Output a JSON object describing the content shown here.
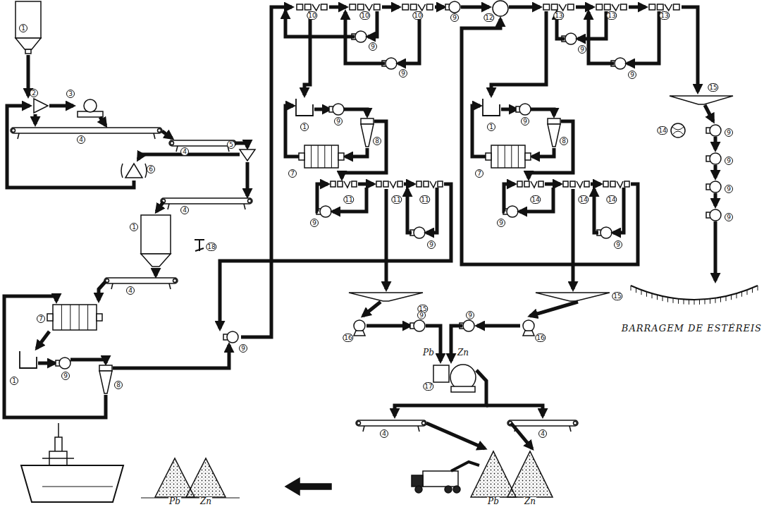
{
  "diagram": {
    "labels": [
      "1",
      "2",
      "3",
      "4",
      "4",
      "5",
      "6",
      "4",
      "1",
      "4",
      "7",
      "1",
      "9",
      "8",
      "18",
      "9",
      "10",
      "10",
      "10",
      "9",
      "12",
      "13",
      "13",
      "13",
      "9",
      "9",
      "1",
      "9",
      "8",
      "7",
      "11",
      "11",
      "11",
      "9",
      "9",
      "9",
      "9",
      "1",
      "9",
      "8",
      "7",
      "14",
      "14",
      "14",
      "9",
      "9",
      "15",
      "14",
      "9",
      "9",
      "9",
      "9",
      "BARRAGEM DE ESTÉREIS",
      "15",
      "15",
      "16",
      "16",
      "9",
      "9",
      "Pb",
      "Zn",
      "17",
      "4",
      "4",
      "Pb",
      "Zn",
      "Pb",
      "Zn"
    ]
  }
}
